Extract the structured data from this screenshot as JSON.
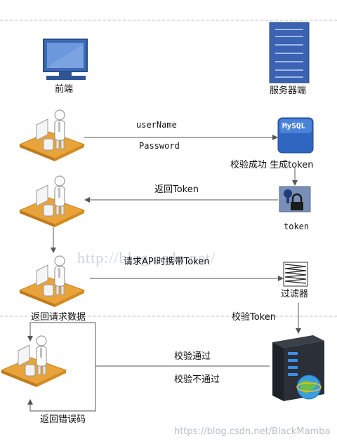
{
  "nodes": {
    "frontend": "前端",
    "server": "服务器端",
    "mysql": "MySQL",
    "token_label": "token",
    "filter": "过滤器"
  },
  "edges": {
    "username": "userName",
    "password": "Password",
    "gen_token": "校验成功 生成token",
    "return_token": "返回Token",
    "request_api": "请求API时携带Token",
    "return_data": "返回请求数据",
    "verify_token": "校验Token",
    "verify_pass": "校验通过",
    "verify_fail": "校验不通过",
    "return_error": "返回错误码"
  },
  "watermark": {
    "mid": "http://blog.csdn.net/",
    "bottom": "https://blog.csdn.net/BlackMamba"
  }
}
